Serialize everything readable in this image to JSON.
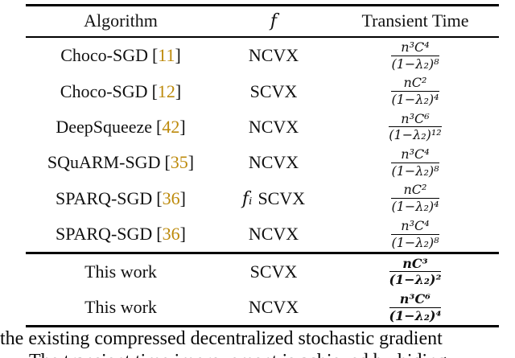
{
  "table": {
    "headers": {
      "algorithm": "Algorithm",
      "f": "f",
      "transient_time": "Transient Time"
    },
    "cite_open": "[",
    "cite_close": "]",
    "rows": [
      {
        "algorithm": "Choco-SGD",
        "cite": "11",
        "f_type": "NCVX",
        "num": "n³C⁴",
        "den": "(1−λ₂)⁸"
      },
      {
        "algorithm": "Choco-SGD",
        "cite": "12",
        "f_type": "SCVX",
        "num": "nC²",
        "den": "(1−λ₂)⁴"
      },
      {
        "algorithm": "DeepSqueeze",
        "cite": "42",
        "f_type": "NCVX",
        "num": "n³C⁶",
        "den": "(1−λ₂)¹²"
      },
      {
        "algorithm": "SQuARM-SGD",
        "cite": "35",
        "f_type": "NCVX",
        "num": "n³C⁴",
        "den": "(1−λ₂)⁸"
      },
      {
        "algorithm": "SPARQ-SGD",
        "cite": "36",
        "f_prefix": "fᵢ ",
        "f_type": "SCVX",
        "num": "nC²",
        "den": "(1−λ₂)⁴"
      },
      {
        "algorithm": "SPARQ-SGD",
        "cite": "36",
        "f_type": "NCVX",
        "num": "n³C⁴",
        "den": "(1−λ₂)⁸"
      }
    ],
    "highlight_rows": [
      {
        "algorithm": "This work",
        "f_type": "SCVX",
        "num": "nC³",
        "den": "(1−λ₂)²"
      },
      {
        "algorithm": "This work",
        "f_type": "NCVX",
        "num": "n³C⁶",
        "den": "(1−λ₂)⁴"
      }
    ]
  },
  "caption": {
    "line1": "the existing compressed decentralized stochastic gradient",
    "line2_partial": "The transient time improvement is achieved by hiding"
  },
  "colors": {
    "citation": "#bd8a0b",
    "text": "#111111",
    "rule": "#000000"
  }
}
